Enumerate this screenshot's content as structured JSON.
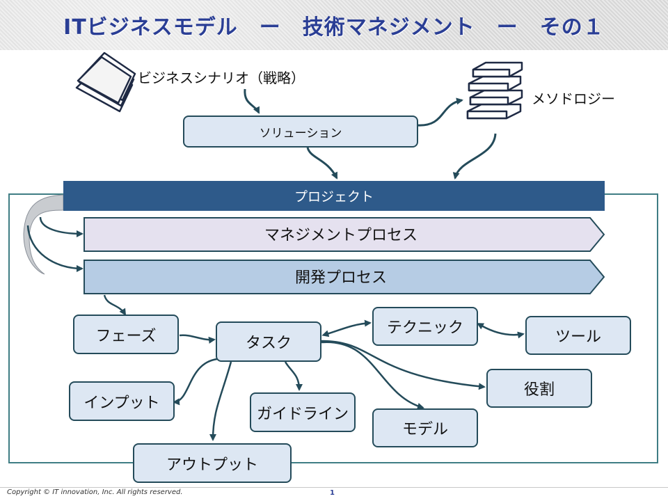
{
  "header": {
    "title": "ITビジネスモデル　ー　技術マネジメント　ー　その１"
  },
  "top": {
    "scenario_label": "ビジネスシナリオ（戦略）",
    "methodology_label": "メソドロジー",
    "solution_label": "ソリューション",
    "project_label": "プロジェクト"
  },
  "processes": {
    "management": "マネジメントプロセス",
    "development": "開発プロセス"
  },
  "elements": {
    "phase": "フェーズ",
    "task": "タスク",
    "technique": "テクニック",
    "tool": "ツール",
    "role": "役割",
    "input": "インプット",
    "guideline": "ガイドライン",
    "model": "モデル",
    "output": "アウトプット"
  },
  "footer": {
    "copyright": "Copyright © IT innovation, Inc. All rights reserved.",
    "page_number": "1"
  },
  "icons": {
    "scenario": "document-stack-icon",
    "methodology": "book-stack-icon"
  },
  "colors": {
    "title": "#2a3e95",
    "project_bar": "#2e5a8a",
    "box_fill": "#dde7f3",
    "management_fill": "#e5e1ef",
    "development_fill": "#b6cce4",
    "line": "#244b5a"
  }
}
